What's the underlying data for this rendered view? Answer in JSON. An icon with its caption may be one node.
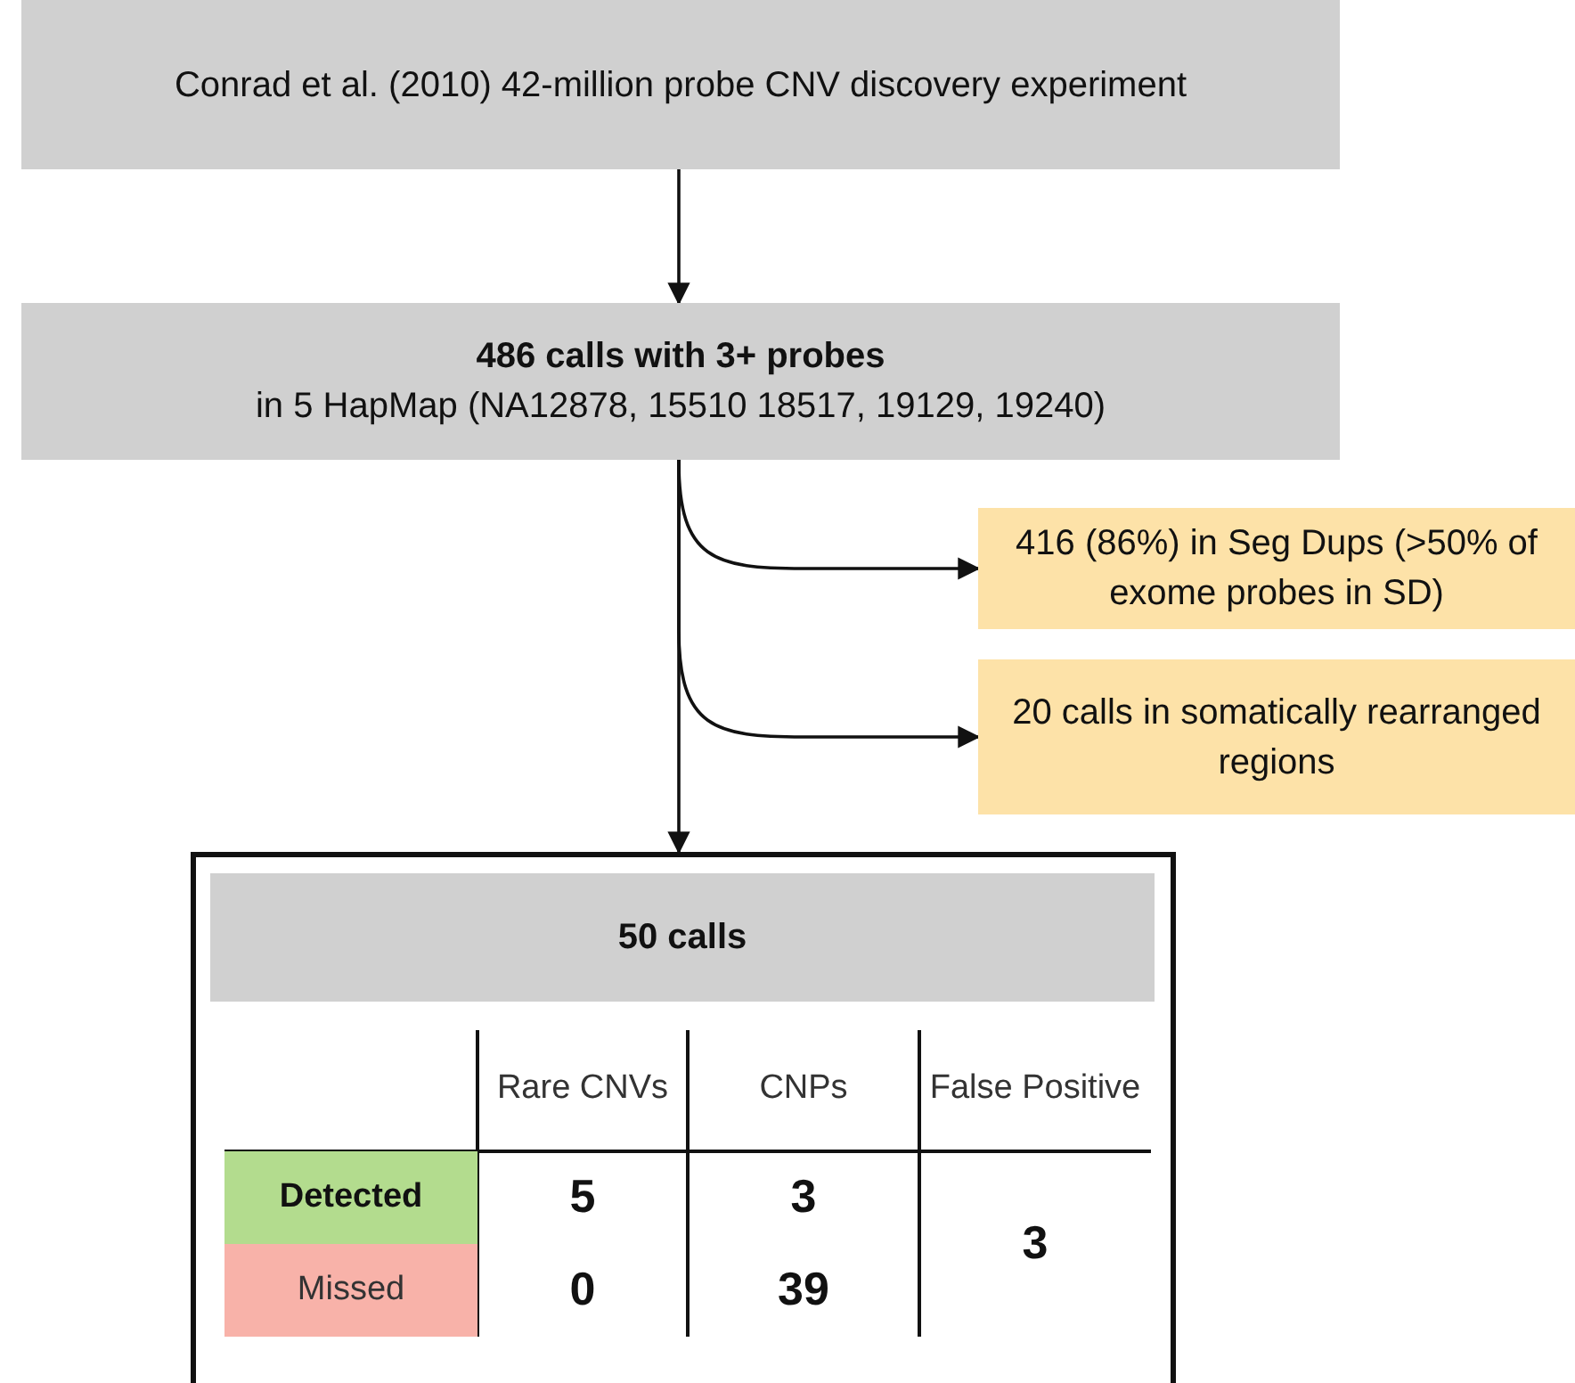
{
  "diagram": {
    "nodes": [
      {
        "text": [
          "Conrad et al. (2010) 42-million probe CNV discovery experiment"
        ]
      },
      {
        "text": [
          "486 calls with 3+ probes",
          "in 5 HapMap (NA12878, 15510 18517, 19129, 19240)"
        ]
      },
      {
        "text": [
          "416 (86%) in Seg Dups (>50% of exome probes in SD)"
        ]
      },
      {
        "text": [
          "20 calls in somatically rearranged regions"
        ]
      },
      {
        "text": [],
        "shape": "box"
      },
      {
        "text": [
          "50 calls"
        ],
        "in": 4
      }
    ],
    "edges": [
      {
        "from": 0,
        "to": 1,
        "arrow": "to"
      },
      {
        "from": 1,
        "to": 2,
        "arrow": "to"
      },
      {
        "from": 1,
        "to": 3,
        "arrow": "to"
      },
      {
        "from": 1,
        "to": 4,
        "arrow": "to"
      }
    ],
    "labels": [
      "Rare CNVs",
      "CNPs",
      "False Positive",
      "Detected",
      "5",
      "3",
      "3",
      "Missed",
      "0",
      "39"
    ]
  }
}
